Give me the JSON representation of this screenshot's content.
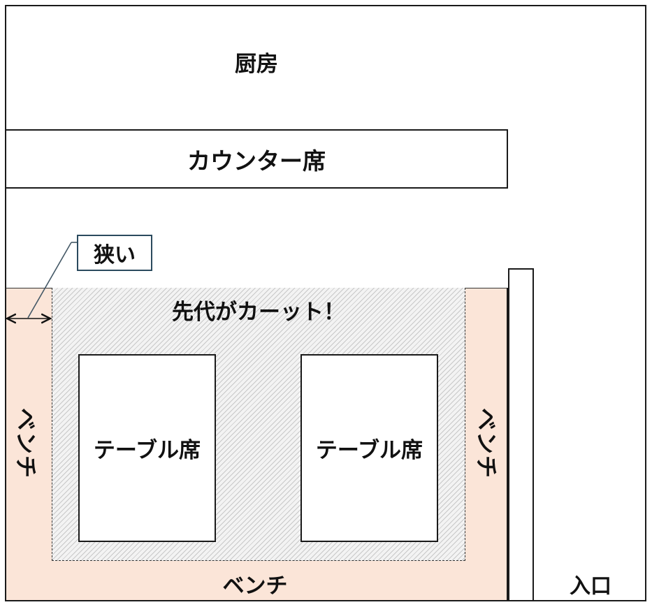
{
  "labels": {
    "kitchen": "厨房",
    "counter": "カウンター席",
    "narrow_note": "狭い",
    "cut_note": "先代がカーット！",
    "table_left": "テーブル席",
    "table_right": "テーブル席",
    "bench_left": "ベンチ",
    "bench_right": "ベンチ",
    "bench_bottom": "ベンチ",
    "entrance": "入口"
  },
  "colors": {
    "bench_fill": "#fbe5d8",
    "outline": "#1a1a1a",
    "callout_border": "#2b4a5e"
  }
}
